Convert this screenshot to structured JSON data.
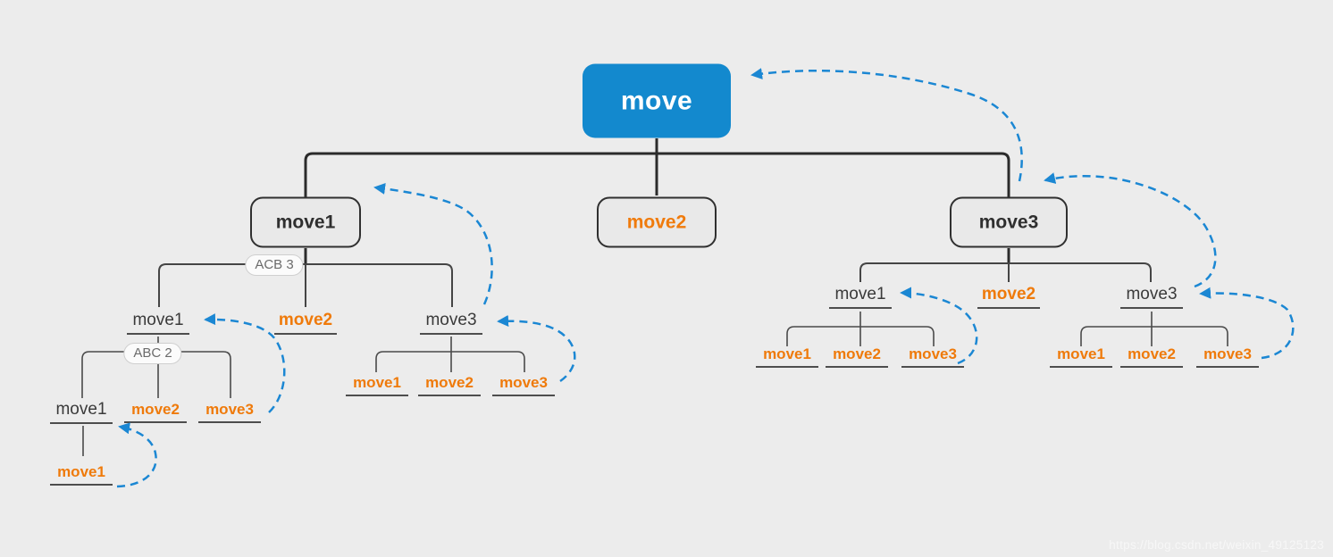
{
  "app": {
    "type": "mind-map",
    "watermark": "https://blog.csdn.net/weixin_49125123"
  },
  "colors": {
    "background": "#ececec",
    "root_fill": "#1389ce",
    "root_text": "#ffffff",
    "node_fill": "#e9e9e9",
    "node_border": "#303030",
    "topic_dark": "#3a3a3a",
    "topic_orange": "#ef7a0a",
    "connector": "#4a4a4a",
    "relationship_blue": "#1b87d3",
    "boundary_pill_text": "#6b6b6b"
  },
  "tree": {
    "label": "move",
    "children": [
      {
        "label": "move1",
        "boundary_label": "ACB 3",
        "children": [
          {
            "label": "move1",
            "boundary_label": "ABC 2",
            "children": [
              {
                "label": "move1",
                "children": [
                  {
                    "label": "move1"
                  }
                ]
              },
              {
                "label": "move2"
              },
              {
                "label": "move3"
              }
            ]
          },
          {
            "label": "move2"
          },
          {
            "label": "move3",
            "children": [
              {
                "label": "move1"
              },
              {
                "label": "move2"
              },
              {
                "label": "move3"
              }
            ]
          }
        ]
      },
      {
        "label": "move2"
      },
      {
        "label": "move3",
        "children": [
          {
            "label": "move1",
            "children": [
              {
                "label": "move1"
              },
              {
                "label": "move2"
              },
              {
                "label": "move3"
              }
            ]
          },
          {
            "label": "move2"
          },
          {
            "label": "move3",
            "children": [
              {
                "label": "move1"
              },
              {
                "label": "move2"
              },
              {
                "label": "move3"
              }
            ]
          }
        ]
      }
    ]
  },
  "relationships": [
    {
      "id": "rel-1",
      "from": "branch-move3",
      "to": "root-move"
    },
    {
      "id": "rel-2",
      "from": "right-subtopic-move3",
      "to": "branch-move3"
    },
    {
      "id": "rel-3",
      "from": "left-subtopic-move3",
      "to": "branch-move1"
    },
    {
      "id": "rel-4",
      "from": "abc2-child-move3",
      "to": "left-subtopic-move1"
    },
    {
      "id": "rel-5",
      "from": "left-move3-leaf-move3",
      "to": "left-subtopic-move3"
    },
    {
      "id": "rel-6",
      "from": "deep-leaf-move1",
      "to": "abc2-child-move1"
    },
    {
      "id": "rel-7",
      "from": "right-move1-leaf-move3",
      "to": "right-subtopic-move1"
    },
    {
      "id": "rel-8",
      "from": "right-move3-leaf-move3",
      "to": "right-subtopic-move3"
    }
  ]
}
